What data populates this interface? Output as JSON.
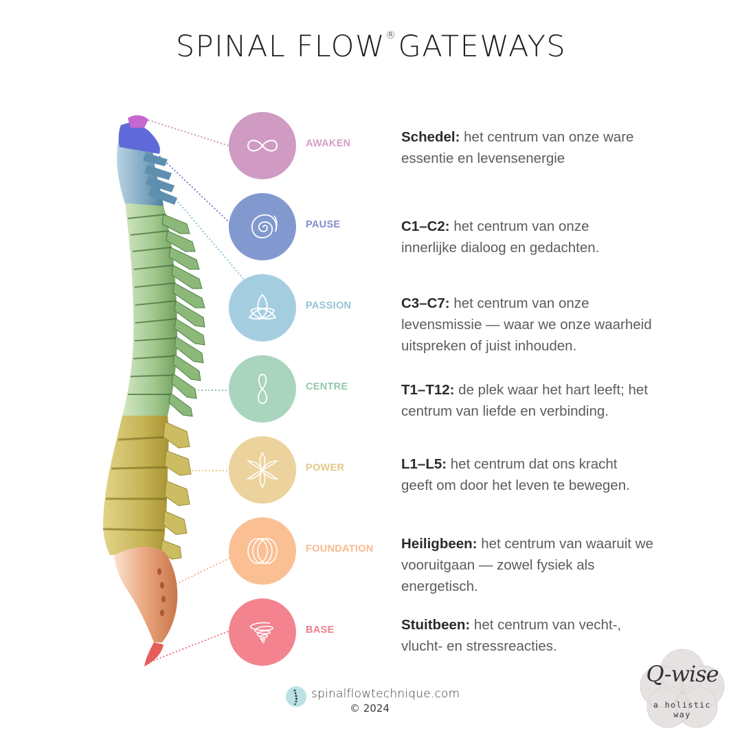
{
  "title": {
    "main_part1": "SPINAL FLOW",
    "registered_mark": "®",
    "main_part2": "GATEWAYS"
  },
  "gateways": [
    {
      "name": "AWAKEN",
      "icon": "infinity-icon",
      "color": "#cf9bc2",
      "segment": "Schedel:",
      "text": " het centrum van onze ware essentie en levensenergie"
    },
    {
      "name": "PAUSE",
      "icon": "spiral-icon",
      "color": "#8299d0",
      "segment": "C1–C2:",
      "text": " het centrum van onze innerlijke dialoog en gedachten."
    },
    {
      "name": "PASSION",
      "icon": "triquetra-icon",
      "color": "#a5cde0",
      "segment": "C3–C7:",
      "text": " het centrum van onze levensmissie — waar we onze waarheid uitspreken of juist inhouden."
    },
    {
      "name": "CENTRE",
      "icon": "figure-eight-icon",
      "color": "#a9d4bd",
      "segment": "T1–T12:",
      "text": " de plek waar het hart leeft; het centrum van liefde en verbinding."
    },
    {
      "name": "POWER",
      "icon": "flower-icon",
      "color": "#ecd29c",
      "segment": "L1–L5:",
      "text": " het centrum dat ons kracht geeft om door het leven te bewegen."
    },
    {
      "name": "FOUNDATION",
      "icon": "overlapping-rings-icon",
      "color": "#fbbf94",
      "segment": "Heiligbeen:",
      "text": " het centrum van waaruit we vooruitgaan — zowel fysiek als energetisch."
    },
    {
      "name": "BASE",
      "icon": "vortex-icon",
      "color": "#f3848f",
      "segment": "Stuitbeen:",
      "text": " het centrum van vecht-, vlucht- en stressreacties."
    }
  ],
  "label_colors": {
    "AWAKEN": "#d39fc4",
    "PAUSE": "#7f8fcb",
    "PASSION": "#93c3d6",
    "CENTRE": "#93c9ab",
    "POWER": "#e6c886",
    "FOUNDATION": "#f9bb8e",
    "BASE": "#ef7e89"
  },
  "spine_region_colors": {
    "skull": "#c467cf",
    "atlas_axis": "#5f6ad8",
    "cervical": "#7ea7c0",
    "thoracic": "#a9cc98",
    "lumbar": "#c9bb5e",
    "sacrum": "#e3a078",
    "coccyx": "#e55d5d"
  },
  "footer": {
    "website": "spinalflowtechnique.com",
    "copyright": "© 2024"
  },
  "brand_badge": {
    "script_name": "Q-wise",
    "tagline_line1": "a holistic",
    "tagline_line2": "way"
  }
}
